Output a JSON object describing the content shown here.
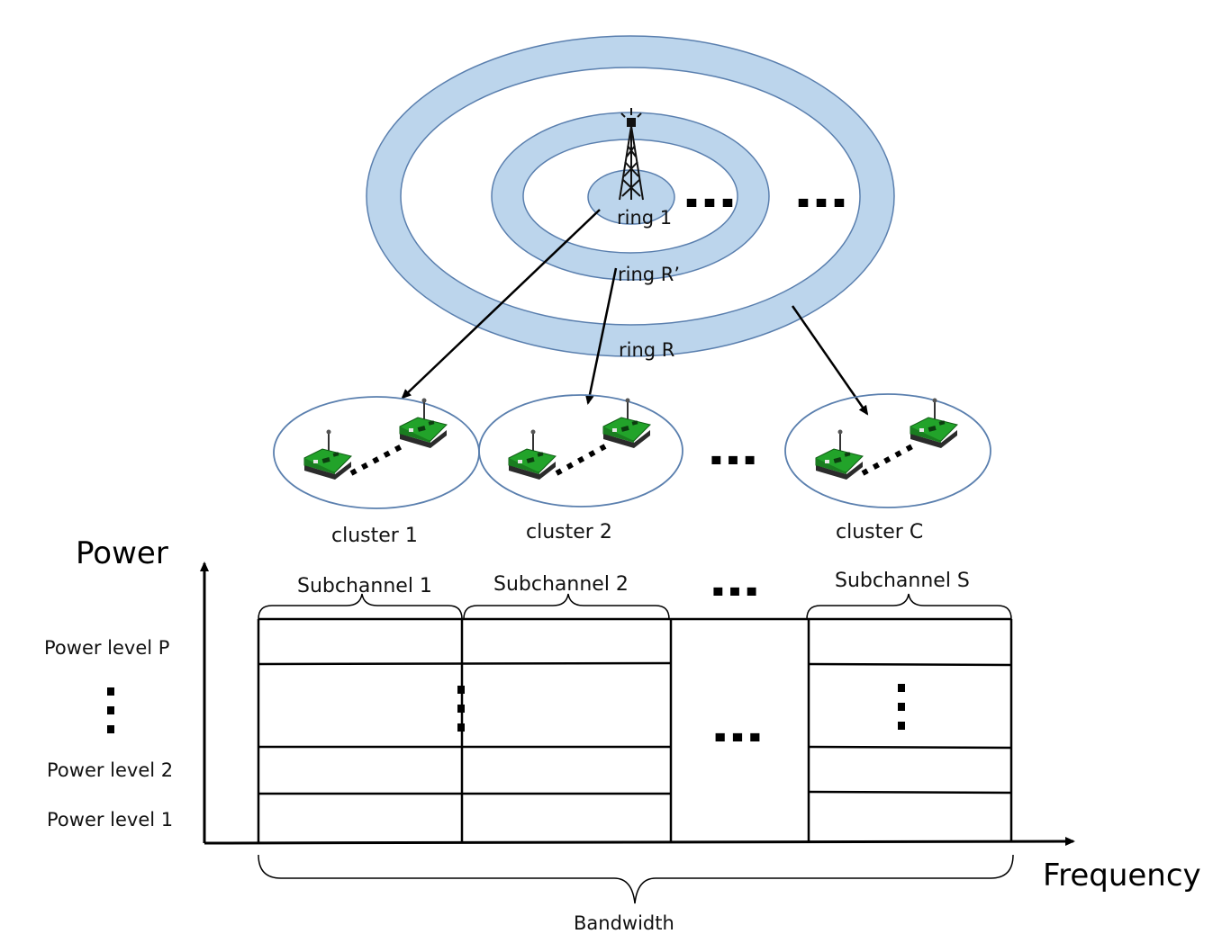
{
  "rings": {
    "inner_label": "ring 1",
    "middle_label": "ring R’",
    "outer_label": "ring R",
    "ellipsis_a": "…",
    "ellipsis_b": "…"
  },
  "clusters": [
    {
      "label": "cluster 1"
    },
    {
      "label": "cluster 2"
    },
    {
      "label": "cluster C"
    }
  ],
  "cluster_ellipsis": "…",
  "axes": {
    "y_label": "Power",
    "x_label": "Frequency"
  },
  "subchannels": [
    {
      "label": "Subchannel 1"
    },
    {
      "label": "Subchannel 2"
    },
    {
      "label": "Subchannel S"
    }
  ],
  "subchannel_ellipsis": "…",
  "grid_ellipsis": "…",
  "power_levels": {
    "top": "Power level P",
    "second": "Power level 2",
    "first": "Power level 1"
  },
  "bandwidth_label": "Bandwidth",
  "colors": {
    "ring_fill": "#bcd5ec",
    "ring_stroke": "#5a7fae",
    "device_green": "#22a32a",
    "device_dark": "#2b2b2b"
  },
  "icons": {
    "base_station": "cell-tower-icon",
    "device": "sensor-node-icon"
  }
}
